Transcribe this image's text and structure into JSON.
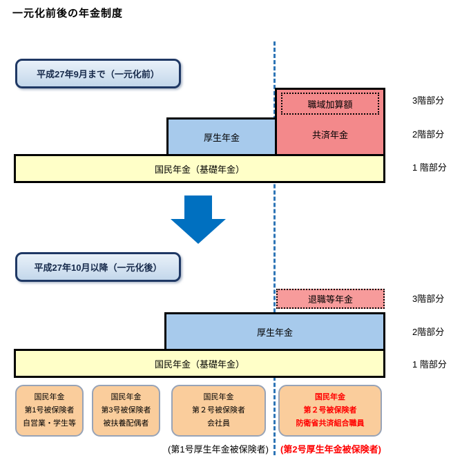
{
  "title": "一元化前後の年金制度",
  "colors": {
    "pink": "#F3898B",
    "pink_light": "#F79B9B",
    "blue": "#A7CAEC",
    "yellow": "#FFFFC8",
    "orange": "#FACD9C",
    "orange_border": "#97A3B7",
    "arrow_blue": "#0070C0",
    "dashed_line": "#2E75B6",
    "navy_border": "#1F3864",
    "box_gradient_top": "#E9F1F9",
    "box_gradient_bottom": "#C3D7EB",
    "highlight_red": "#FF0000"
  },
  "before": {
    "period_label": "平成27年9月まで（一元化前）",
    "boxes": {
      "shokuiki_kasan": "職域加算額",
      "kyosai": "共済年金",
      "kosei": "厚生年金",
      "kokumin": "国民年金（基礎年金）"
    },
    "floors": [
      "3階部分",
      "2階部分",
      "1 階部分"
    ]
  },
  "after": {
    "period_label": "平成27年10月以降（一元化後）",
    "boxes": {
      "taishoku": "退職等年金",
      "kosei": "厚生年金",
      "kokumin": "国民年金（基礎年金）"
    },
    "floors": [
      "3階部分",
      "2階部分",
      "1 階部分"
    ],
    "insured_groups": [
      {
        "lines": [
          "国民年金",
          "第1号被保険者",
          "自営業・学生等"
        ]
      },
      {
        "lines": [
          "国民年金",
          "第3号被保険者",
          "被扶養配偶者"
        ]
      },
      {
        "lines": [
          "国民年金",
          "第２号被保険者",
          "会社員"
        ]
      },
      {
        "lines": [
          "国民年金",
          "第２号被保険者",
          "防衛省共済組合職員"
        ]
      }
    ],
    "captions": {
      "daiichigo": "(第1号厚生年金被保険者)",
      "dainigo": "(第2号厚生年金被保険者)"
    }
  }
}
